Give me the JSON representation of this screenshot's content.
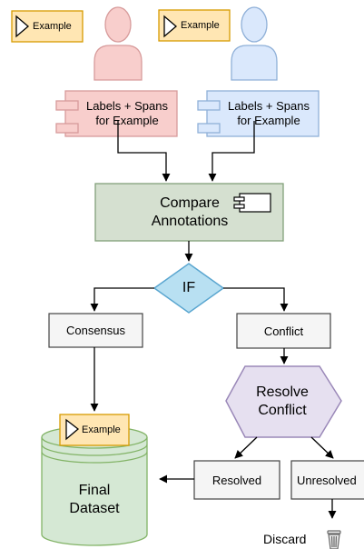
{
  "annotator_a": {
    "example_label": "Example",
    "annotation_label": "Labels + Spans for Example",
    "color": "#f8cecc",
    "border": "#d79b9b"
  },
  "annotator_b": {
    "example_label": "Example",
    "annotation_label": "Labels + Spans for Example",
    "color": "#dae8fc",
    "border": "#8fb0d8"
  },
  "compare": {
    "label": "Compare Annotations",
    "color": "#d5e0d0",
    "border": "#82a07a"
  },
  "decision": {
    "label": "IF",
    "color": "#b8e0f2",
    "border": "#5aa6d0"
  },
  "consensus": {
    "label": "Consensus"
  },
  "conflict": {
    "label": "Conflict"
  },
  "resolve": {
    "label": "Resolve Conflict",
    "color": "#e6e0f0",
    "border": "#9a88b8"
  },
  "resolved": {
    "label": "Resolved"
  },
  "unresolved": {
    "label": "Unresolved"
  },
  "discard": {
    "label": "Discard",
    "icon": "trash-can-icon"
  },
  "dataset": {
    "label": "Final Dataset",
    "example_label": "Example",
    "color": "#d5e8d4",
    "border": "#82b366"
  },
  "example_tag": {
    "color": "#ffe6b3",
    "border": "#d79b00"
  }
}
